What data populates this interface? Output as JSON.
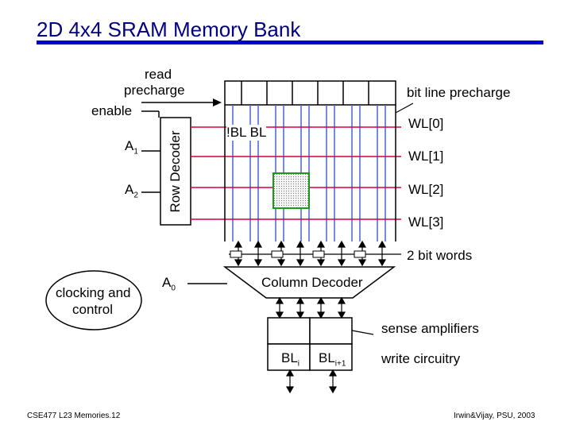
{
  "title": "2D 4x4 SRAM Memory Bank",
  "labels": {
    "read_precharge_line1": "read",
    "read_precharge_line2": "precharge",
    "enable": "enable",
    "bit_line_precharge": "bit line precharge",
    "a1_base": "A",
    "a1_sub": "1",
    "a2_base": "A",
    "a2_sub": "2",
    "a0_base": "A",
    "a0_sub": "0",
    "row_decoder": "Row Decoder",
    "ibl_bl": "!BL  BL",
    "wl0": "WL[0]",
    "wl1": "WL[1]",
    "wl2": "WL[2]",
    "wl3": "WL[3]",
    "two_bit_words": "2 bit words",
    "clocking_line1": "clocking and",
    "clocking_line2": "control",
    "column_decoder": "Column Decoder",
    "sense_amplifiers": "sense amplifiers",
    "bli_base": "BL",
    "bli_sub": "i",
    "bli1_base": "BL",
    "bli1_sub": "i+1",
    "write_circuitry": "write circuitry"
  },
  "footer": {
    "left": "CSE477 L23 Memories.12",
    "right": "Irwin&Vijay, PSU, 2003"
  },
  "colors": {
    "title": "#000080",
    "title_rule": "#0000cc",
    "word_line": "#d4003c",
    "bit_line": "#4a62d4",
    "cell_highlight": "#1a9a1a"
  }
}
